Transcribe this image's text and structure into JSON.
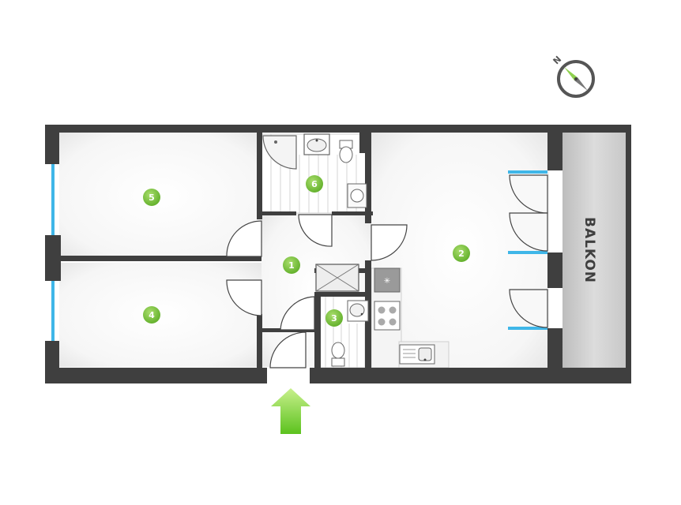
{
  "floorplan": {
    "rooms": [
      {
        "id": "room-1",
        "number": "1"
      },
      {
        "id": "room-2",
        "number": "2"
      },
      {
        "id": "room-3",
        "number": "3"
      },
      {
        "id": "room-4",
        "number": "4"
      },
      {
        "id": "room-5",
        "number": "5"
      },
      {
        "id": "room-6",
        "number": "6"
      }
    ],
    "balcony_label": "BALKON",
    "compass_label": "N",
    "colors": {
      "wall": "#3f3f3f",
      "room_marker": "#7cc242",
      "entrance_arrow": "#7fd63a",
      "window": "#3fb6e8",
      "balcony_fill": "#d2d2d2"
    },
    "icons": [
      "compass-icon",
      "entrance-arrow-icon",
      "shower-icon",
      "washbasin-icon",
      "toilet-icon",
      "stove-icon",
      "kitchen-sink-icon"
    ]
  }
}
